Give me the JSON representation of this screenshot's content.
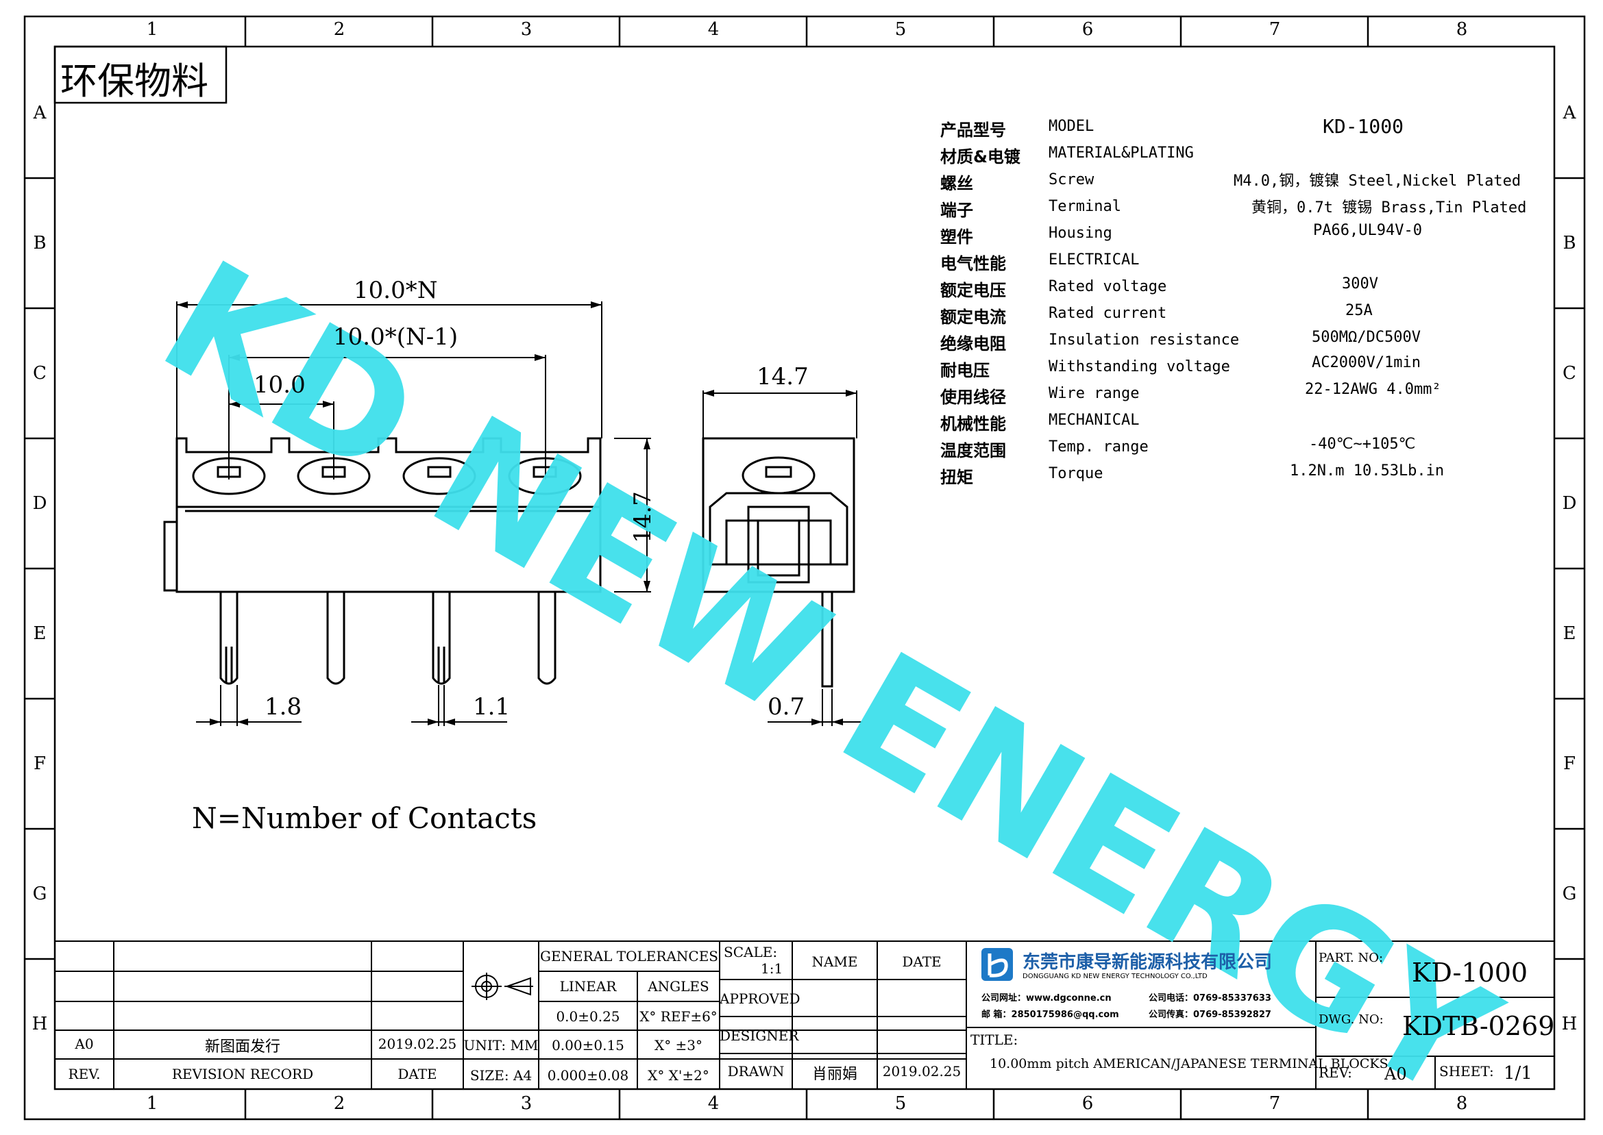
{
  "header": {
    "stamp": "环保物料"
  },
  "zones": {
    "cols": [
      "1",
      "2",
      "3",
      "4",
      "5",
      "6",
      "7",
      "8"
    ],
    "rows": [
      "A",
      "B",
      "C",
      "D",
      "E",
      "F",
      "G",
      "H"
    ]
  },
  "watermark": "KD NEW ENERGY",
  "specs": [
    {
      "cn": "产品型号",
      "en": "MODEL",
      "val": "KD-1000"
    },
    {
      "cn": "材质&电镀",
      "en": "MATERIAL&PLATING",
      "val": ""
    },
    {
      "cn": "螺丝",
      "en": "Screw",
      "val": "M4.0,钢，镀镍 Steel,Nickel Plated"
    },
    {
      "cn": "端子",
      "en": "Terminal",
      "val": "黄铜，0.7t 镀锡 Brass,Tin Plated"
    },
    {
      "cn": "塑件",
      "en": "Housing",
      "val": "PA66,UL94V-0"
    },
    {
      "cn": "电气性能",
      "en": "ELECTRICAL",
      "val": ""
    },
    {
      "cn": "额定电压",
      "en": "Rated voltage",
      "val": "300V"
    },
    {
      "cn": "额定电流",
      "en": "Rated current",
      "val": "25A"
    },
    {
      "cn": "绝缘电阻",
      "en": "Insulation resistance",
      "val": "500MΩ/DC500V"
    },
    {
      "cn": "耐电压",
      "en": "Withstanding voltage",
      "val": "AC2000V/1min"
    },
    {
      "cn": "使用线径",
      "en": "Wire range",
      "val": "22-12AWG 4.0mm²"
    },
    {
      "cn": "机械性能",
      "en": "MECHANICAL",
      "val": ""
    },
    {
      "cn": "温度范围",
      "en": "Temp. range",
      "val": "-40℃~+105℃"
    },
    {
      "cn": "扭矩",
      "en": "Torque",
      "val": "1.2N.m  10.53Lb.in"
    }
  ],
  "dims": {
    "total": "10.0*N",
    "inner": "10.0*(N-1)",
    "pitch": "10.0",
    "height": "14.7",
    "depth": "14.7",
    "pin_a": "1.8",
    "pin_b": "1.1",
    "pin_c": "0.7"
  },
  "note": "N=Number of Contacts",
  "titleblock": {
    "rev_row": {
      "rev": "A0",
      "record": "新图面发行",
      "date": "2019.02.25"
    },
    "rev_header": {
      "rev": "REV.",
      "record": "REVISION RECORD",
      "date": "DATE"
    },
    "unit": "UNIT: MM",
    "size": "SIZE: A4",
    "gen_tol": "GENERAL TOLERANCES",
    "linear": "LINEAR",
    "angles": "ANGLES",
    "tol": [
      "0.0±0.25",
      "0.00±0.15",
      "0.000±0.08"
    ],
    "ang": [
      "X° REF±6°",
      "X° ±3°",
      "X° X'±2°"
    ],
    "scale_lbl": "SCALE:",
    "scale": "1:1",
    "name": "NAME",
    "date": "DATE",
    "approved": "APPROVED",
    "designer": "DESIGNER",
    "drawn": "DRAWN",
    "drawn_name": "肖丽娟",
    "drawn_date": "2019.02.25",
    "company_cn": "东莞市康导新能源科技有限公司",
    "company_en": "DONGGUANG KD NEW ENERGY TECHNOLOGY CO.,LTD",
    "web": "公司网址：www.dgconne.cn",
    "tel": "公司电话：0769-85337633",
    "email": "邮    箱：2850175986@qq.com",
    "fax": "公司传真：0769-85392827",
    "title_lbl": "TITLE:",
    "title": "10.00mm pitch AMERICAN/JAPANESE TERMINAL BLOCKS",
    "part_lbl": "PART. NO:",
    "part": "KD-1000",
    "dwg_lbl": "DWG. NO:",
    "dwg": "KDTB-0269",
    "rev_lbl": "REV:",
    "rev": "A0",
    "sheet_lbl": "SHEET:",
    "sheet": "1/1"
  }
}
